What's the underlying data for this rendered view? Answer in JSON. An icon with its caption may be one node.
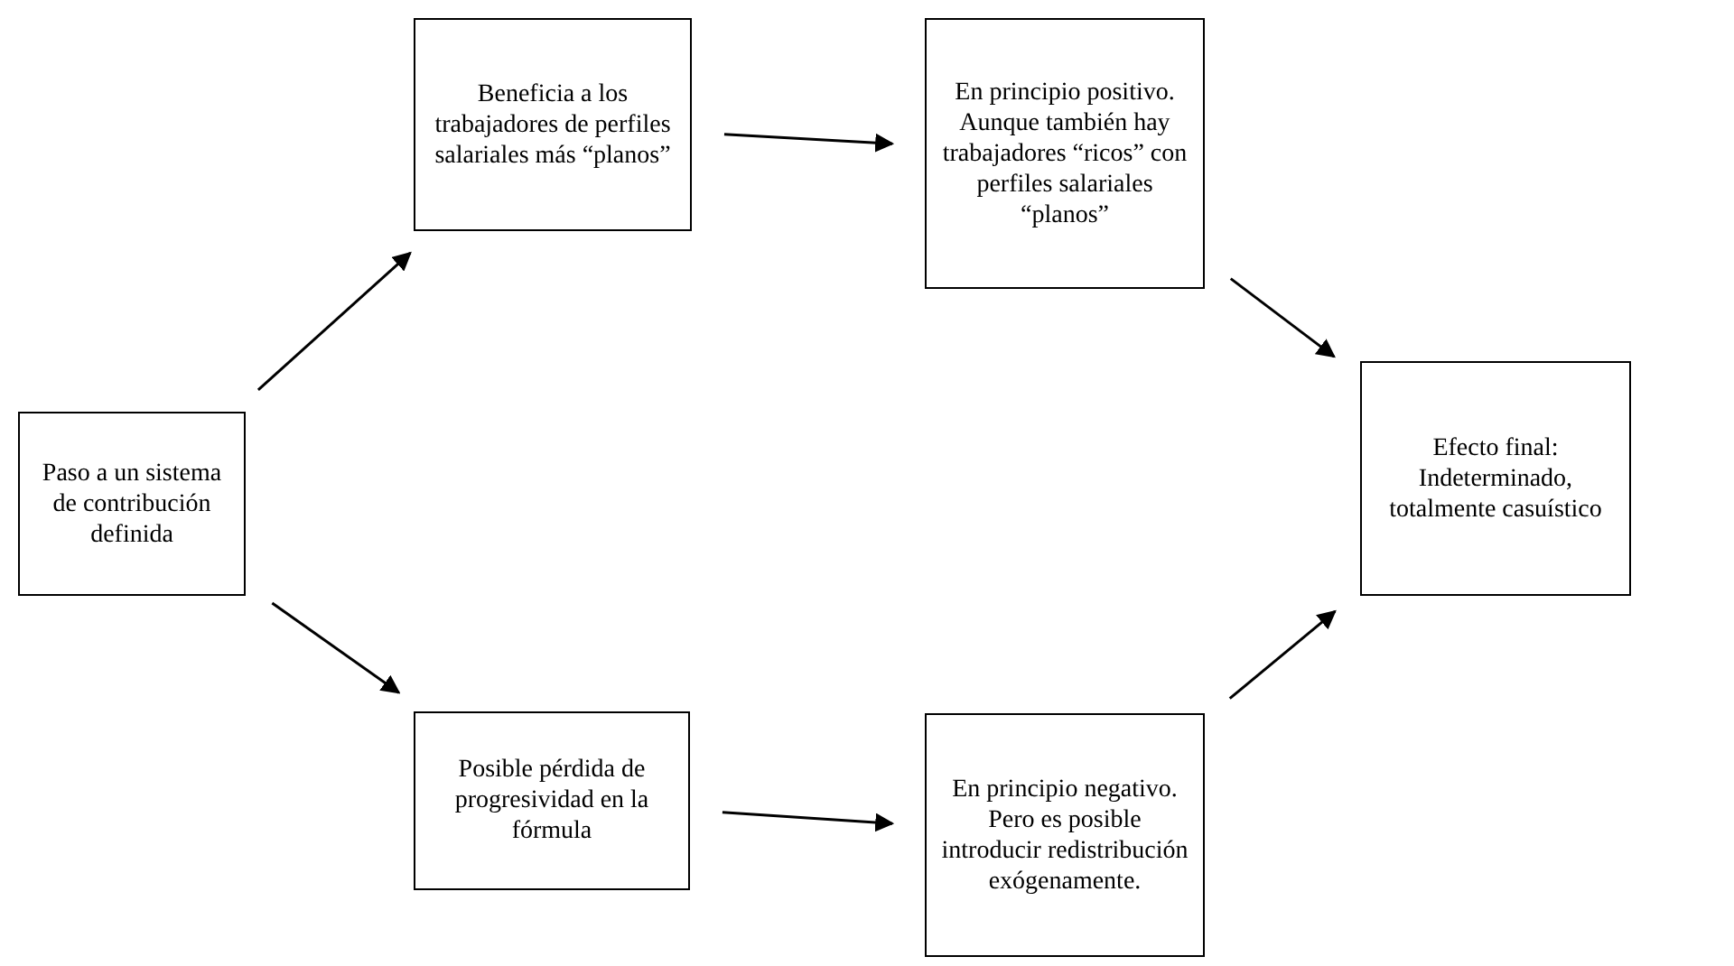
{
  "diagram": {
    "nodes": [
      {
        "text": [
          "Paso a un sistema de contribución definida"
        ]
      },
      {
        "text": [
          "Beneficia a los trabajadores de perfiles salariales más “planos”"
        ]
      },
      {
        "text": [
          "En principio positivo. Aunque también hay trabajadores “ricos” con perfiles salariales “planos”"
        ]
      },
      {
        "text": [
          "Efecto final: Indeterminado, totalmente casuístico"
        ]
      },
      {
        "text": [
          "Posible pérdida de progresividad en la fórmula"
        ]
      },
      {
        "text": [
          "En principio negativo. Pero es posible introducir redistribución exógenamente."
        ]
      }
    ],
    "edges": [
      {
        "from": 0,
        "to": 1,
        "arrow": "to"
      },
      {
        "from": 1,
        "to": 2,
        "arrow": "to"
      },
      {
        "from": 2,
        "to": 3,
        "arrow": "to"
      },
      {
        "from": 0,
        "to": 4,
        "arrow": "to"
      },
      {
        "from": 4,
        "to": 5,
        "arrow": "to"
      },
      {
        "from": 5,
        "to": 3,
        "arrow": "to"
      }
    ]
  }
}
